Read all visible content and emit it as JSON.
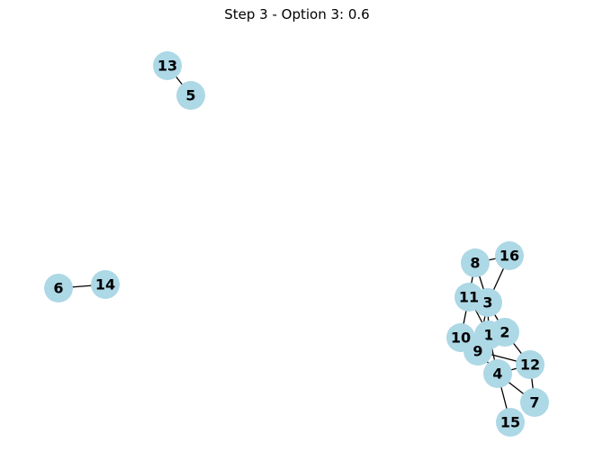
{
  "title": "Step 3 - Option 3: 0.6",
  "node_color": "#add8e6",
  "edge_color": "#000000",
  "nodes": [
    {
      "id": "1",
      "label": "1"
    },
    {
      "id": "2",
      "label": "2"
    },
    {
      "id": "3",
      "label": "3"
    },
    {
      "id": "4",
      "label": "4"
    },
    {
      "id": "5",
      "label": "5"
    },
    {
      "id": "6",
      "label": "6"
    },
    {
      "id": "7",
      "label": "7"
    },
    {
      "id": "8",
      "label": "8"
    },
    {
      "id": "9",
      "label": "9"
    },
    {
      "id": "10",
      "label": "10"
    },
    {
      "id": "11",
      "label": "11"
    },
    {
      "id": "12",
      "label": "12"
    },
    {
      "id": "13",
      "label": "13"
    },
    {
      "id": "14",
      "label": "14"
    },
    {
      "id": "15",
      "label": "15"
    },
    {
      "id": "16",
      "label": "16"
    }
  ],
  "edges": [
    [
      "13",
      "5"
    ],
    [
      "6",
      "14"
    ],
    [
      "8",
      "16"
    ],
    [
      "8",
      "11"
    ],
    [
      "8",
      "3"
    ],
    [
      "16",
      "3"
    ],
    [
      "11",
      "3"
    ],
    [
      "11",
      "1"
    ],
    [
      "11",
      "10"
    ],
    [
      "3",
      "1"
    ],
    [
      "3",
      "2"
    ],
    [
      "3",
      "9"
    ],
    [
      "10",
      "2"
    ],
    [
      "1",
      "4"
    ],
    [
      "2",
      "12"
    ],
    [
      "9",
      "12"
    ],
    [
      "9",
      "4"
    ],
    [
      "4",
      "12"
    ],
    [
      "4",
      "7"
    ],
    [
      "4",
      "15"
    ],
    [
      "12",
      "7"
    ]
  ]
}
